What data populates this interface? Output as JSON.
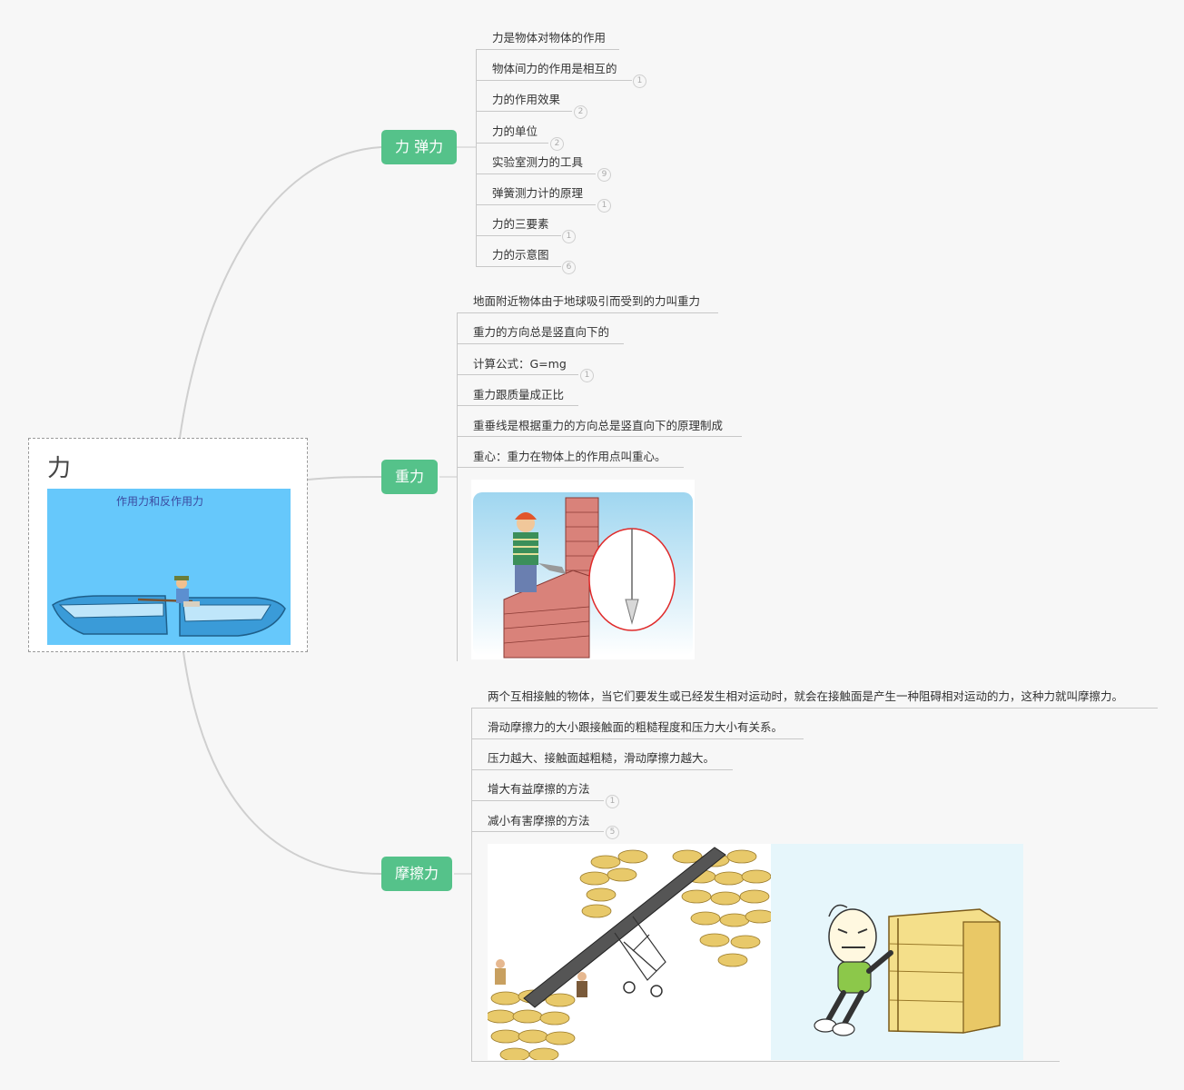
{
  "root": {
    "title": "力",
    "image_caption": "作用力和反作用力"
  },
  "branches": [
    {
      "label": "力 弹力",
      "children": [
        {
          "text": "力是物体对物体的作用",
          "badge": ""
        },
        {
          "text": "物体间力的作用是相互的",
          "badge": "1"
        },
        {
          "text": "力的作用效果",
          "badge": "2"
        },
        {
          "text": "力的单位",
          "badge": "2"
        },
        {
          "text": "实验室测力的工具",
          "badge": "9"
        },
        {
          "text": "弹簧测力计的原理",
          "badge": "1"
        },
        {
          "text": "力的三要素",
          "badge": "1"
        },
        {
          "text": "力的示意图",
          "badge": "6"
        }
      ]
    },
    {
      "label": "重力",
      "children": [
        {
          "text": "地面附近物体由于地球吸引而受到的力叫重力",
          "badge": ""
        },
        {
          "text": "重力的方向总是竖直向下的",
          "badge": ""
        },
        {
          "text": "计算公式：G=mg",
          "badge": "1"
        },
        {
          "text": "重力跟质量成正比",
          "badge": ""
        },
        {
          "text": "重垂线是根据重力的方向总是竖直向下的原理制成",
          "badge": ""
        },
        {
          "text": "重心：重力在物体上的作用点叫重心。",
          "badge": ""
        }
      ]
    },
    {
      "label": "摩擦力",
      "children": [
        {
          "text": "两个互相接触的物体，当它们要发生或已经发生相对运动时，就会在接触面是产生一种阻碍相对运动的力，这种力就叫摩擦力。",
          "badge": ""
        },
        {
          "text": "滑动摩擦力的大小跟接触面的粗糙程度和压力大小有关系。",
          "badge": ""
        },
        {
          "text": "压力越大、接触面越粗糙，滑动摩擦力越大。",
          "badge": ""
        },
        {
          "text": "增大有益摩擦的方法",
          "badge": "1"
        },
        {
          "text": "减小有害摩擦的方法",
          "badge": "5"
        }
      ]
    }
  ],
  "colors": {
    "branch": "#55c28a",
    "connector": "#c8c8c8",
    "background": "#f7f7f7"
  }
}
